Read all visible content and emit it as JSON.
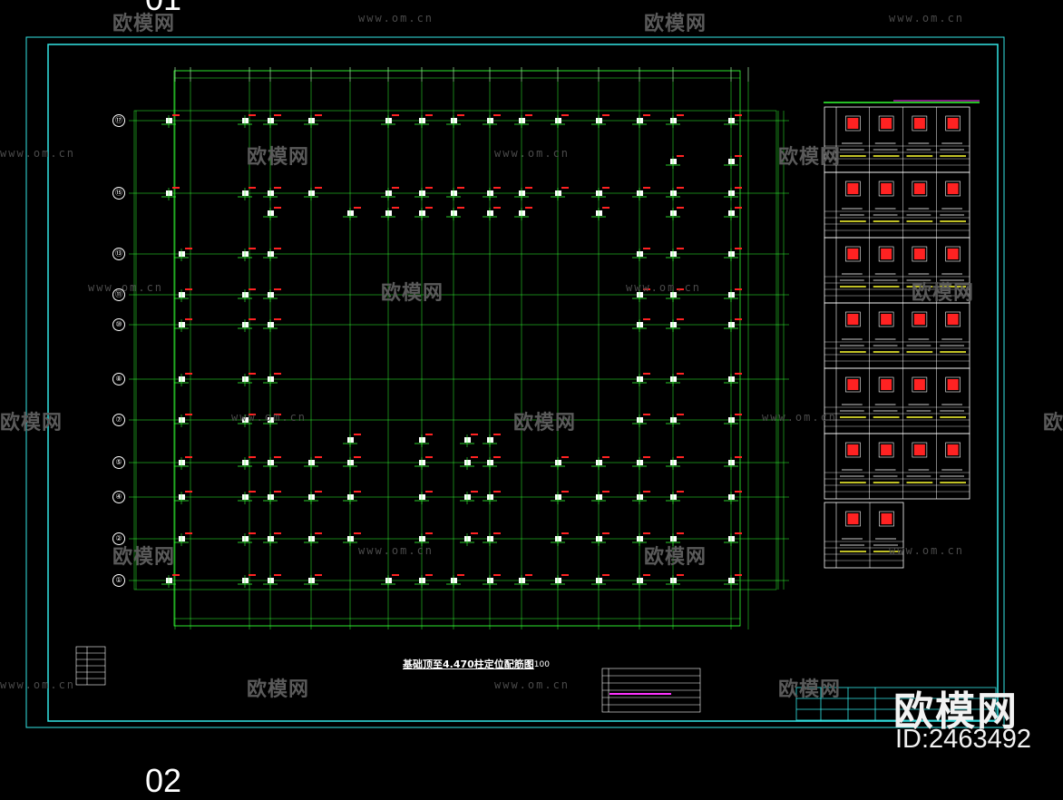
{
  "drawing": {
    "title": "基础顶至4.470柱定位配筋图",
    "scale": "1:100",
    "sheet_number_bottom": "02",
    "sheet_number_top": "01"
  },
  "watermarks": {
    "brand": "欧模网",
    "url": "www.om.cn",
    "big_brand": "欧模网",
    "id_text": "ID:2463492"
  },
  "axis_labels": [
    "⑰",
    "⑮",
    "⑬",
    "⑪",
    "⑩",
    "⑧",
    "⑦",
    "⑤",
    "④",
    "②",
    "①"
  ],
  "colors": {
    "frame_cyan": "#33e6e6",
    "grid_green": "#33ff33",
    "column_white": "#ffffff",
    "rebar_red": "#ff2222",
    "table_yellow": "#ffff33",
    "table_magenta": "#ff33ff"
  },
  "icons": [
    "sofa-logo-icon"
  ]
}
